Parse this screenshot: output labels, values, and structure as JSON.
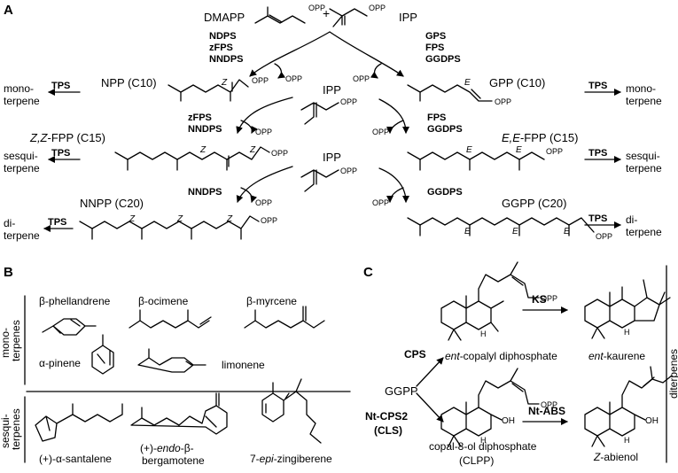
{
  "panelA": {
    "label": "A",
    "dmapp": "DMAPP",
    "plus": "+",
    "ipp": "IPP",
    "opp": "OPP",
    "enzymes_left_top": [
      "NDPS",
      "zFPS",
      "NNDPS"
    ],
    "enzymes_right_top": [
      "GPS",
      "FPS",
      "GGDPS"
    ],
    "npp": "NPP (C10)",
    "gpp": "GPP (C10)",
    "zzfpp": "Z,Z-FPP (C15)",
    "zz_prefix": "Z,Z",
    "zz_suffix": "-FPP (C15)",
    "ee_prefix": "E,E",
    "ee_suffix": "-FPP (C15)",
    "nnpp": "NNPP (C20)",
    "ggpp": "GGPP (C20)",
    "left_mid1": [
      "zFPS",
      "NNDPS"
    ],
    "right_mid1": [
      "FPS",
      "GGDPS"
    ],
    "left_mid2": "NNDPS",
    "right_mid2": "GGDPS",
    "tps": "TPS",
    "mono": [
      "mono-",
      "terpene"
    ],
    "sesqui": [
      "sesqui-",
      "terpene"
    ],
    "di": [
      "di-",
      "terpene"
    ],
    "z": "Z",
    "e": "E"
  },
  "panelB": {
    "label": "B",
    "group_mono": "mono-\nterpenes",
    "group_mono_lines": [
      "mono-",
      "terpenes"
    ],
    "group_sesqui_lines": [
      "sesqui-",
      "terpenes"
    ],
    "compounds": {
      "phellandrene": "β-phellandrene",
      "ocimene": "β-ocimene",
      "myrcene": "β-myrcene",
      "pinene": "α-pinene",
      "limonene": "limonene",
      "santalene": "(+)-α-santalene",
      "bergamotene_1a": "(+)-",
      "bergamotene_1b": "endo",
      "bergamotene_1c": "-β-",
      "bergamotene_2": "bergamotene",
      "zingiberene_a": "7-",
      "zingiberene_b": "epi",
      "zingiberene_c": "-zingiberene"
    }
  },
  "panelC": {
    "label": "C",
    "ggpp": "GGPP",
    "cps": "CPS",
    "ntcps2": "Nt-CPS2",
    "cls": "(CLS)",
    "ks": "KS",
    "ntabs": "Nt-ABS",
    "copalyl_a": "ent",
    "copalyl_b": "-copalyl diphosphate",
    "kaurene_a": "ent",
    "kaurene_b": "-kaurene",
    "clpp_1": "copal-8-ol diphosphate",
    "clpp_2": "(CLPP)",
    "abienol_a": "Z",
    "abienol_b": "-abienol",
    "opp": "OPP",
    "oh": "OH",
    "h": "H",
    "diterpenes": "diterpenes"
  }
}
